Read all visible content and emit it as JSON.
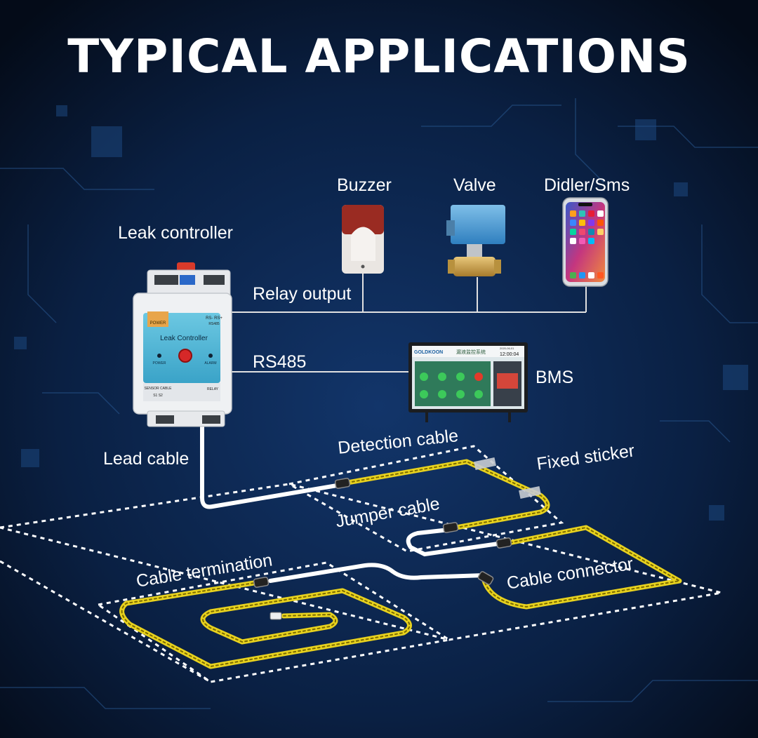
{
  "title": "TYPICAL APPLICATIONS",
  "labels": {
    "leak_controller": "Leak controller",
    "buzzer": "Buzzer",
    "valve": "Valve",
    "didler_sms": "Didler/Sms",
    "relay_output": "Relay output",
    "rs485": "RS485",
    "bms": "BMS",
    "lead_cable": "Lead cable",
    "detection_cable": "Detection cable",
    "fixed_sticker": "Fixed sticker",
    "jumper_cable": "Jumper cable",
    "cable_termination": "Cable termination",
    "cable_connector": "Cable connector"
  },
  "device": {
    "name": "Leak Controller",
    "power_tag": "POWER",
    "rs_tag_1": "RS- RS+",
    "rs_tag_2": "RS485",
    "led_power": "POWER",
    "led_alarm": "ALARM",
    "sensor_cable": "SENSOR CABLE",
    "sensor_terms": "S1   S2",
    "relay": "RELAY"
  },
  "bms_screen": {
    "brand": "GOLDKOON",
    "header": "漏液监控系统",
    "date": "2020-06-01",
    "time": "12:00:04"
  },
  "colors": {
    "background": "#061326",
    "cable_yellow": "#e8d21e",
    "controller_face": "#4fb6d6",
    "dashed_line": "#ffffff"
  }
}
